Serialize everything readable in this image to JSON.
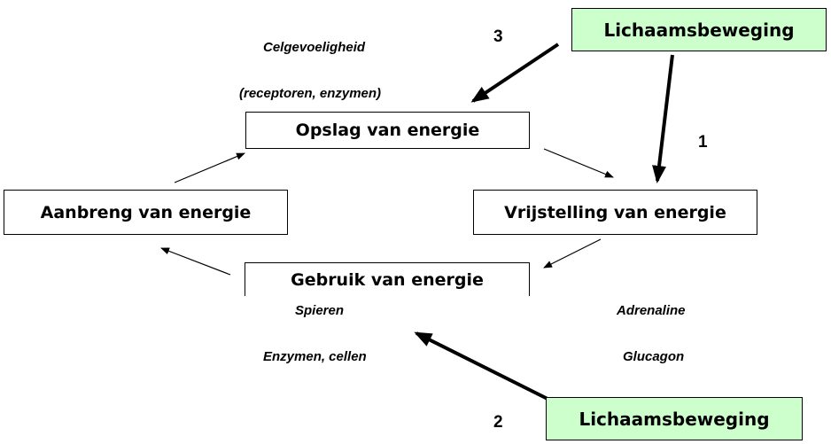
{
  "boxes": {
    "opslag": "Opslag van energie",
    "vrijstelling": "Vrijstelling van energie",
    "gebruik": "Gebruik van energie",
    "aanbreng": "Aanbreng van energie",
    "beweging_top": "Lichaamsbeweging",
    "beweging_bottom": "Lichaamsbeweging"
  },
  "labels": {
    "celgevoeligheid": "Celgevoeligheid",
    "receptoren": "(receptoren, enzymen)",
    "spieren": "Spieren",
    "enzymen_cellen": "Enzymen, cellen",
    "adrenaline": "Adrenaline",
    "glucagon": "Glucagon"
  },
  "numbers": {
    "n1": "1",
    "n2": "2",
    "n3": "3"
  },
  "colors": {
    "green_box": "#ccffcc"
  }
}
